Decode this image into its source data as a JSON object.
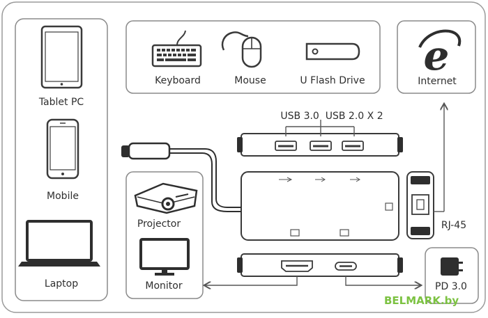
{
  "devices": {
    "tablet": "Tablet PC",
    "mobile": "Mobile",
    "laptop": "Laptop",
    "keyboard": "Keyboard",
    "mouse": "Mouse",
    "flash": "U Flash Drive",
    "internet": "Internet",
    "projector": "Projector",
    "monitor": "Monitor",
    "power": "PD 3.0"
  },
  "ports": {
    "usb_spec": "USB 3.0  USB 2.0 X 2",
    "rj45": "RJ-45"
  },
  "watermark": "BELMARK.by",
  "colors": {
    "outline": "#4a4a4a",
    "box": "#8a8a8a",
    "dark": "#2e2e2e",
    "watermark": "#7cc242"
  }
}
